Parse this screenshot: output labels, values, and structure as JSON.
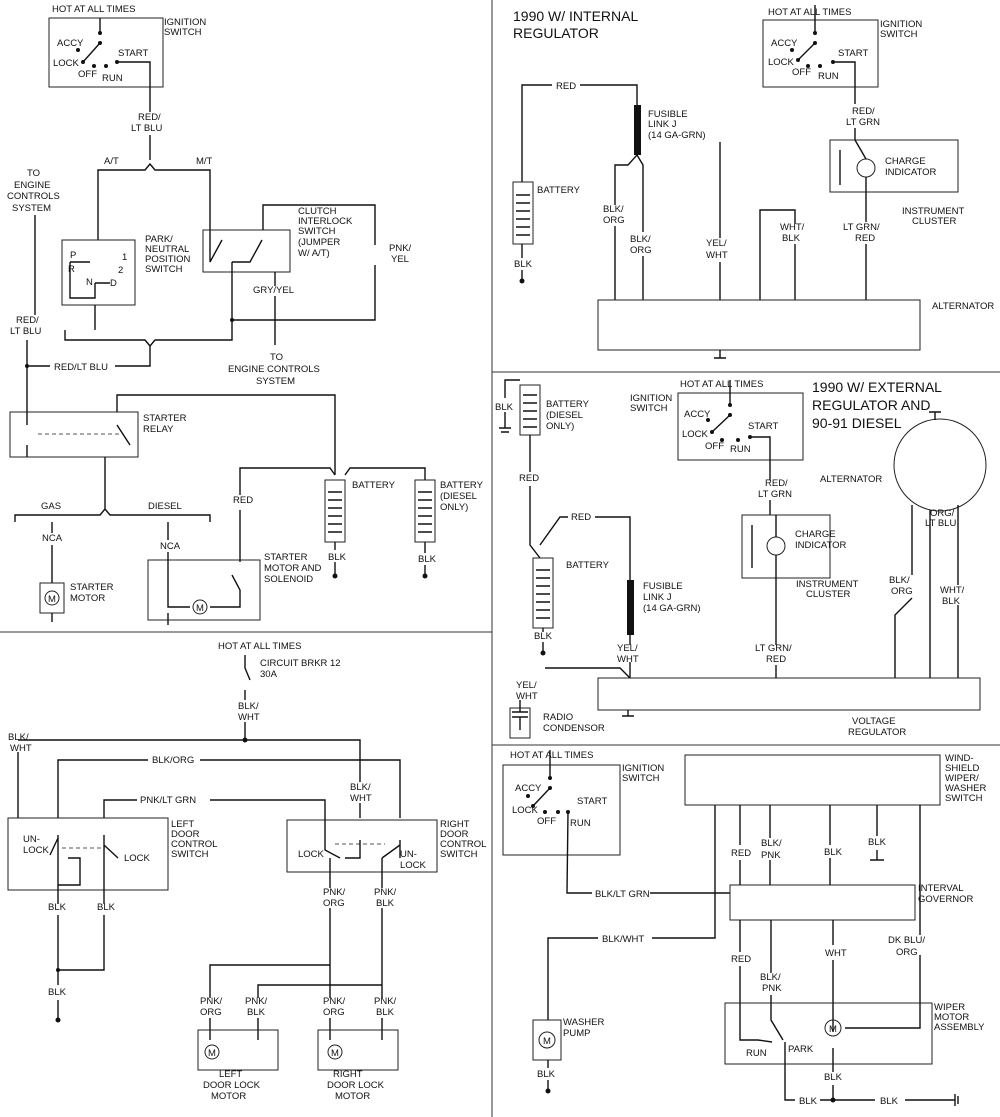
{
  "starter": {
    "hot": "HOT AT ALL TIMES",
    "ign1": "IGNITION",
    "ign2": "SWITCH",
    "accy": "ACCY",
    "start": "START",
    "lock": "LOCK",
    "off": "OFF",
    "run": "RUN",
    "redltblu1": "RED/",
    "redltblu2": "LT BLU",
    "at": "A/T",
    "mt": "M/T",
    "to1": "TO",
    "to2": "ENGINE",
    "to3": "CONTROLS",
    "to4": "SYSTEM",
    "pnp1": "PARK/",
    "pnp2": "NEUTRAL",
    "pnp3": "POSITION",
    "pnp4": "SWITCH",
    "p": "P",
    "r": "R",
    "n": "N",
    "d": "D",
    "one": "1",
    "two": "2",
    "cl1": "CLUTCH",
    "cl2": "INTERLOCK",
    "cl3": "SWITCH",
    "cl4": "(JUMPER",
    "cl5": "W/ A/T)",
    "pnkyel1": "PNK/",
    "pnkyel2": "YEL",
    "gryyel": "GRY/YEL",
    "redltblu3": "RED/",
    "redltblu4": "LT BLU",
    "redltblu5": "RED/LT BLU",
    "te1": "TO",
    "te2": "ENGINE CONTROLS",
    "te3": "SYSTEM",
    "relay1": "STARTER",
    "relay2": "RELAY",
    "red": "RED",
    "bat": "BATTERY",
    "batd1": "BATTERY",
    "batd2": "(DIESEL",
    "batd3": "ONLY)",
    "gas": "GAS",
    "diesel": "DIESEL",
    "nca1": "NCA",
    "nca2": "NCA",
    "sm1": "STARTER",
    "sm2": "MOTOR AND",
    "sm3": "SOLENOID",
    "mot1": "STARTER",
    "mot2": "MOTOR",
    "blk1": "BLK",
    "blk2": "BLK",
    "m1": "M",
    "m2": "M"
  },
  "door_locks": {
    "hot": "HOT AT ALL TIMES",
    "cb1": "CIRCUIT BRKR 12",
    "cb2": "30A",
    "bw1": "BLK/",
    "bw2": "WHT",
    "bw3": "BLK/",
    "bw4": "WHT",
    "bw5": "BLK/",
    "bw6": "WHT",
    "blkorg": "BLK/ORG",
    "pnkltgrn": "PNK/LT GRN",
    "ld1": "LEFT",
    "ld2": "DOOR",
    "ld3": "CONTROL",
    "ld4": "SWITCH",
    "rd1": "RIGHT",
    "rd2": "DOOR",
    "rd3": "CONTROL",
    "rd4": "SWITCH",
    "un1": "UN-",
    "un2": "LOCK",
    "lock1": "LOCK",
    "lock2": "LOCK",
    "un3": "UN-",
    "un4": "LOCK",
    "blk1": "BLK",
    "blk2": "BLK",
    "blk3": "BLK",
    "po1": "PNK/",
    "po2": "ORG",
    "pb1": "PNK/",
    "pb2": "BLK",
    "po3": "PNK/",
    "po4": "ORG",
    "pb3": "PNK/",
    "pb4": "BLK",
    "po5": "PNK/",
    "po6": "ORG",
    "pb5": "PNK/",
    "pb6": "BLK",
    "lm1": "LEFT",
    "lm2": "DOOR LOCK",
    "lm3": "MOTOR",
    "rm1": "RIGHT",
    "rm2": "DOOR LOCK",
    "rm3": "MOTOR",
    "m1": "M",
    "m2": "M"
  },
  "internal_reg": {
    "title1": "1990 W/ INTERNAL",
    "title2": "REGULATOR",
    "hot": "HOT AT ALL TIMES",
    "ign1": "IGNITION",
    "ign2": "SWITCH",
    "accy": "ACCY",
    "start": "START",
    "lock": "LOCK",
    "off": "OFF",
    "run": "RUN",
    "red": "RED",
    "fl1": "FUSIBLE",
    "fl2": "LINK J",
    "fl3": "(14 GA-GRN)",
    "rlg1": "RED/",
    "rlg2": "LT GRN",
    "ci1": "CHARGE",
    "ci2": "INDICATOR",
    "bat": "BATTERY",
    "ic1": "INSTRUMENT",
    "ic2": "CLUSTER",
    "bo1": "BLK/",
    "bo2": "ORG",
    "bo3": "BLK/",
    "bo4": "ORG",
    "yw1": "YEL/",
    "yw2": "WHT",
    "wb1": "WHT/",
    "wb2": "BLK",
    "lgr1": "LT GRN/",
    "lgr2": "RED",
    "blk": "BLK",
    "alt": "ALTERNATOR"
  },
  "external_reg": {
    "title1": "1990 W/ EXTERNAL",
    "title2": "REGULATOR AND",
    "title3": "90-91 DIESEL",
    "blk": "BLK",
    "bd1": "BATTERY",
    "bd2": "(DIESEL",
    "bd3": "ONLY)",
    "ign1": "IGNITION",
    "ign2": "SWITCH",
    "hot": "HOT AT ALL TIMES",
    "accy": "ACCY",
    "lock": "LOCK",
    "start": "START",
    "off": "OFF",
    "run": "RUN",
    "red1": "RED",
    "red2": "RED",
    "rlg1": "RED/",
    "rlg2": "LT GRN",
    "alt": "ALTERNATOR",
    "ci1": "CHARGE",
    "ci2": "INDICATOR",
    "bat": "BATTERY",
    "olb1": "ORG/",
    "olb2": "LT BLU",
    "ic1": "INSTRUMENT",
    "ic2": "CLUSTER",
    "fl1": "FUSIBLE",
    "fl2": "LINK J",
    "fl3": "(14 GA-GRN)",
    "bo1": "BLK/",
    "bo2": "ORG",
    "wb1": "WHT/",
    "wb2": "BLK",
    "blk2": "BLK",
    "yw1": "YEL/",
    "yw2": "WHT",
    "lgr1": "LT GRN/",
    "lgr2": "RED",
    "yw3": "YEL/",
    "yw4": "WHT",
    "rc1": "RADIO",
    "rc2": "CONDENSOR",
    "vr1": "VOLTAGE",
    "vr2": "REGULATOR"
  },
  "wiper": {
    "hot": "HOT AT ALL TIMES",
    "ign1": "IGNITION",
    "ign2": "SWITCH",
    "accy": "ACCY",
    "start": "START",
    "lock": "LOCK",
    "off": "OFF",
    "run": "RUN",
    "ws1": "WIND-",
    "ws2": "SHIELD",
    "ws3": "WIPER/",
    "ws4": "WASHER",
    "ws5": "SWITCH",
    "bp1": "BLK/",
    "bp2": "PNK",
    "red1": "RED",
    "blk1": "BLK",
    "blk2": "BLK",
    "blkltgrn": "BLK/LT GRN",
    "ig1": "INTERVAL",
    "ig2": "GOVERNOR",
    "blkwht": "BLK/WHT",
    "dbo1": "DK BLU/",
    "dbo2": "ORG",
    "wht": "WHT",
    "red2": "RED",
    "bp3": "BLK/",
    "bp4": "PNK",
    "wm1": "WIPER",
    "wm2": "MOTOR",
    "wm3": "ASSEMBLY",
    "wp1": "WASHER",
    "wp2": "PUMP",
    "run2": "RUN",
    "park": "PARK",
    "blk3": "BLK",
    "blk4": "BLK",
    "blk5": "BLK",
    "blk6": "BLK",
    "m1": "M",
    "m2": "M"
  }
}
